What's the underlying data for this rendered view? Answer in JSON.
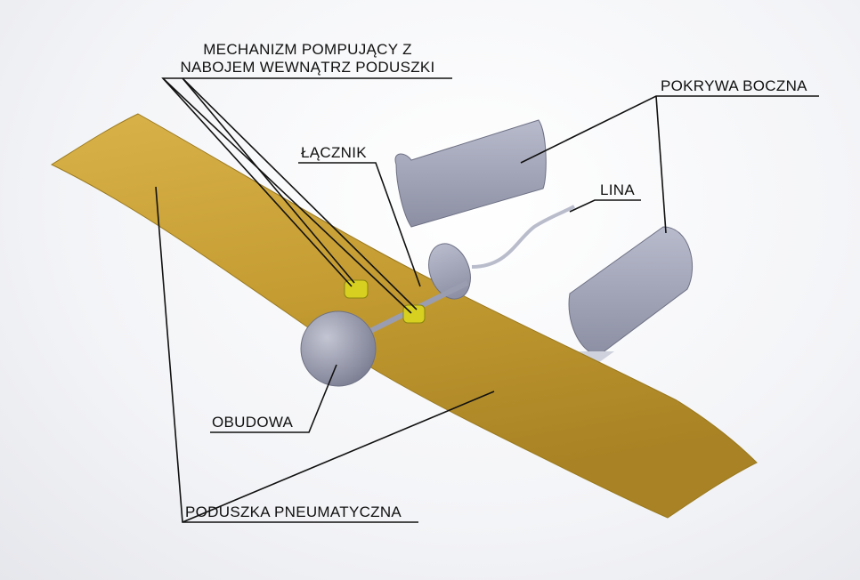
{
  "labels": {
    "mechanism_line1": "MECHANIZM POMPUJĄCY Z",
    "mechanism_line2": "NABOJEM WEWNĄTRZ PODUSZKI",
    "connector": "ŁĄCZNIK",
    "side_cover": "POKRYWA BOCZNA",
    "rope": "LINA",
    "housing": "OBUDOWA",
    "air_cushion": "PODUSZKA PNEUMATYCZNA"
  },
  "colors": {
    "cushion": "#c9a23a",
    "metal": "#a3a6b8",
    "mechanism": "#d8d020",
    "leader": "#111111"
  }
}
